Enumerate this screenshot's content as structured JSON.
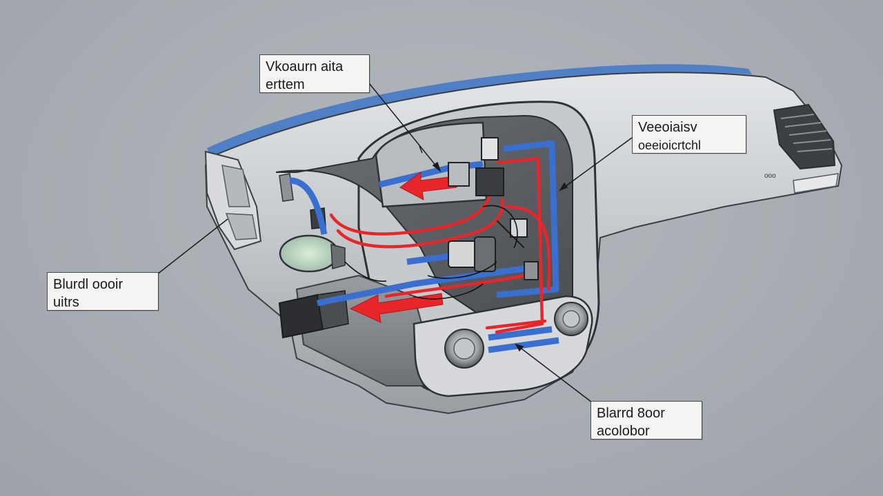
{
  "colors": {
    "background": "#a7adb2",
    "hot_air": "#e8262a",
    "cold_air": "#3a6fd0",
    "dash_body": "#c9ccd0",
    "dash_dark": "#5a5d62"
  },
  "callouts": [
    {
      "id": "top",
      "line1": "Vkoaurn aita",
      "line2": "erttem"
    },
    {
      "id": "right",
      "line1": "Veeoiaisv",
      "line2": "oeeioicrtchl"
    },
    {
      "id": "left",
      "line1": "Blurdl oooir",
      "line2": "uitrs"
    },
    {
      "id": "bottom",
      "line1": "Blarrd 8oor",
      "line2": "acolobor"
    }
  ],
  "panel_label": "ooo"
}
